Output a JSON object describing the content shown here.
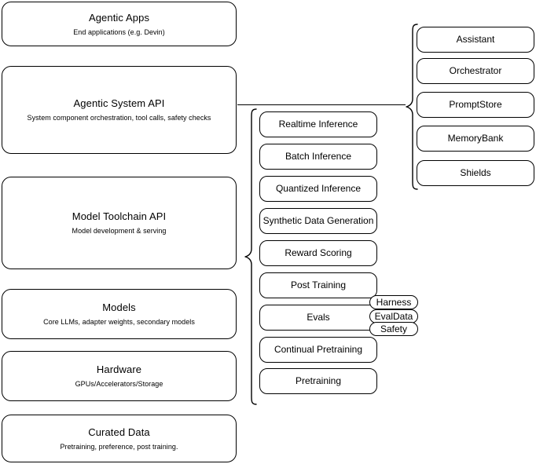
{
  "diagram": {
    "title": "Agentic AI stack architecture diagram",
    "stroke_color": "#000000",
    "background_color": "#ffffff",
    "layers": [
      {
        "id": "agentic-apps",
        "title": "Agentic Apps",
        "subtitle": "End applications (e.g. Devin)"
      },
      {
        "id": "agentic-system-api",
        "title": "Agentic System API",
        "subtitle": "System component orchestration, tool calls, safety checks"
      },
      {
        "id": "model-toolchain-api",
        "title": "Model Toolchain API",
        "subtitle": "Model development & serving"
      },
      {
        "id": "models",
        "title": "Models",
        "subtitle": "Core LLMs, adapter weights, secondary models"
      },
      {
        "id": "hardware",
        "title": "Hardware",
        "subtitle": "GPUs/Accelerators/Storage"
      },
      {
        "id": "curated-data",
        "title": "Curated Data",
        "subtitle": "Pretraining, preference, post training."
      }
    ],
    "toolchain_capabilities": [
      {
        "id": "realtime-inference",
        "label": "Realtime Inference"
      },
      {
        "id": "batch-inference",
        "label": "Batch Inference"
      },
      {
        "id": "quantized-inference",
        "label": "Quantized Inference"
      },
      {
        "id": "synthetic-data-generation",
        "label": "Synthetic Data Generation"
      },
      {
        "id": "reward-scoring",
        "label": "Reward Scoring"
      },
      {
        "id": "post-training",
        "label": "Post Training"
      },
      {
        "id": "evals",
        "label": "Evals"
      },
      {
        "id": "continual-pretraining",
        "label": "Continual Pretraining"
      },
      {
        "id": "pretraining",
        "label": "Pretraining"
      }
    ],
    "evals_subcomponents": [
      {
        "id": "harness",
        "label": "Harness"
      },
      {
        "id": "evaldata",
        "label": "EvalData"
      },
      {
        "id": "safety",
        "label": "Safety"
      }
    ],
    "system_components": [
      {
        "id": "assistant",
        "label": "Assistant"
      },
      {
        "id": "orchestrator",
        "label": "Orchestrator"
      },
      {
        "id": "promptstore",
        "label": "PromptStore"
      },
      {
        "id": "memorybank",
        "label": "MemoryBank"
      },
      {
        "id": "shields",
        "label": "Shields"
      }
    ]
  }
}
